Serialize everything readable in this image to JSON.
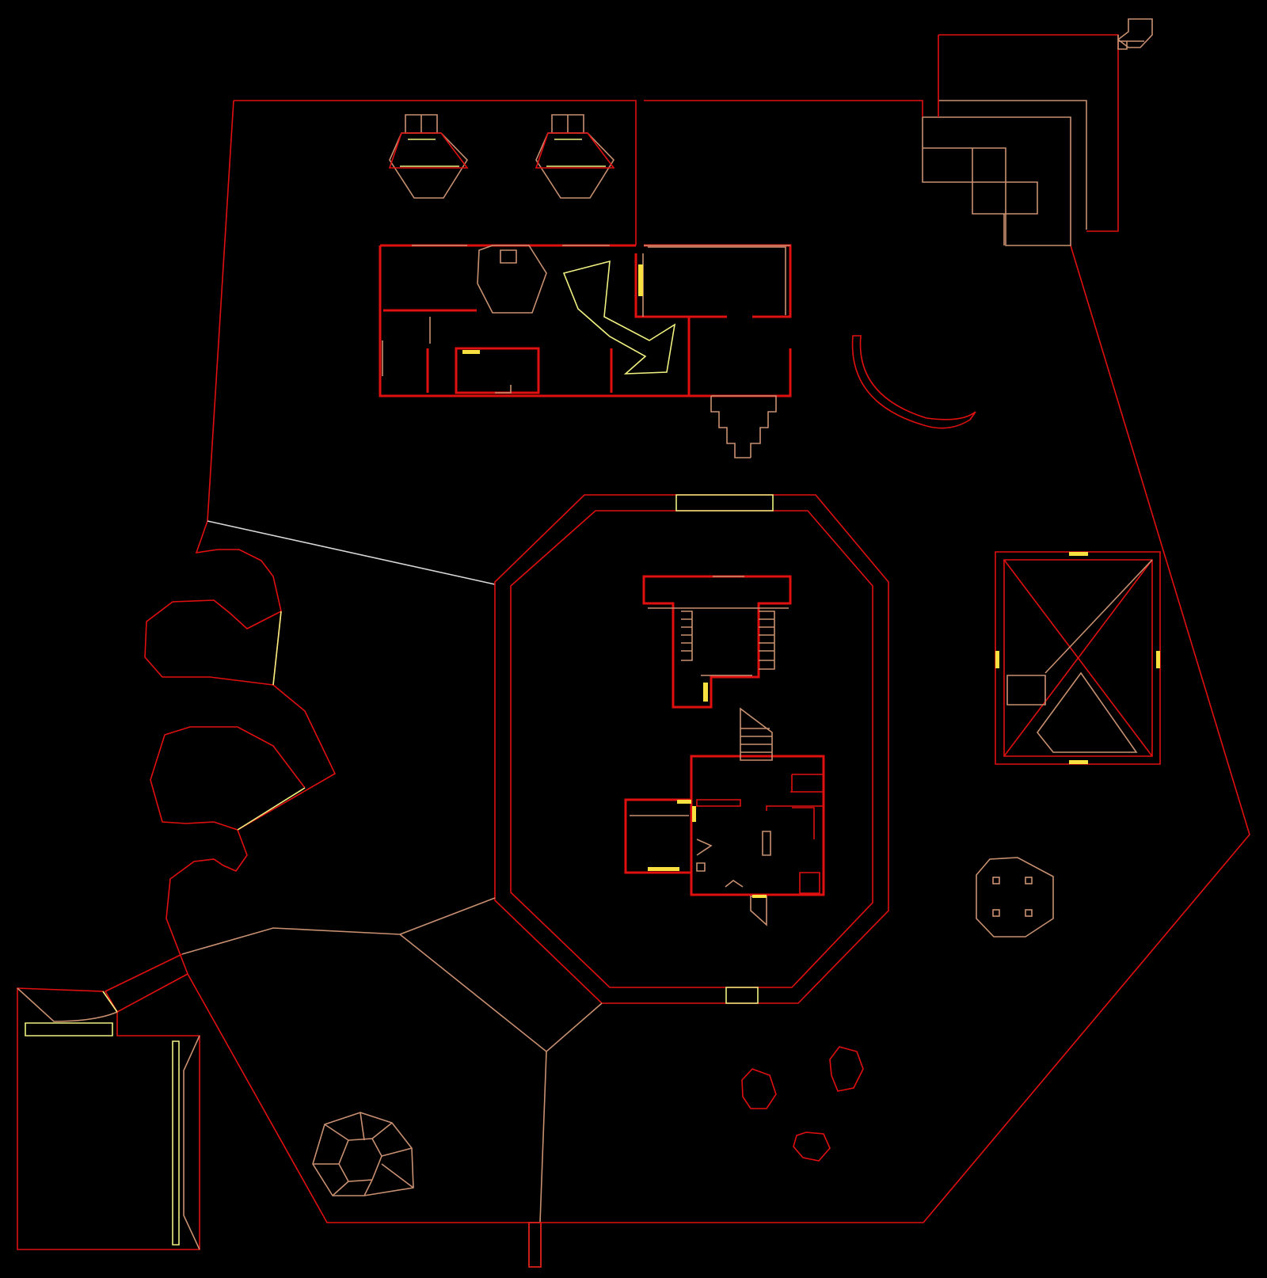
{
  "map": {
    "view": "automap",
    "background": "#000000",
    "colors": {
      "wall": "#e01010",
      "step": "#c89070",
      "special": "#f0f080",
      "marker": "#f8e040",
      "portal": "#d8d8d8"
    },
    "features": [
      "main-outer-boundary",
      "northwest-courtyard",
      "northeast-courtyard",
      "northeast-stairs",
      "northeast-tower",
      "central-building",
      "north-balcony-left",
      "north-balcony-right",
      "curved-wall",
      "octagon-fortress",
      "inner-stairwell-room",
      "inner-house",
      "east-crossed-building",
      "east-pillar-platform",
      "west-caves",
      "southwest-building",
      "southwest-spiral",
      "south-boulders",
      "south-path"
    ]
  }
}
